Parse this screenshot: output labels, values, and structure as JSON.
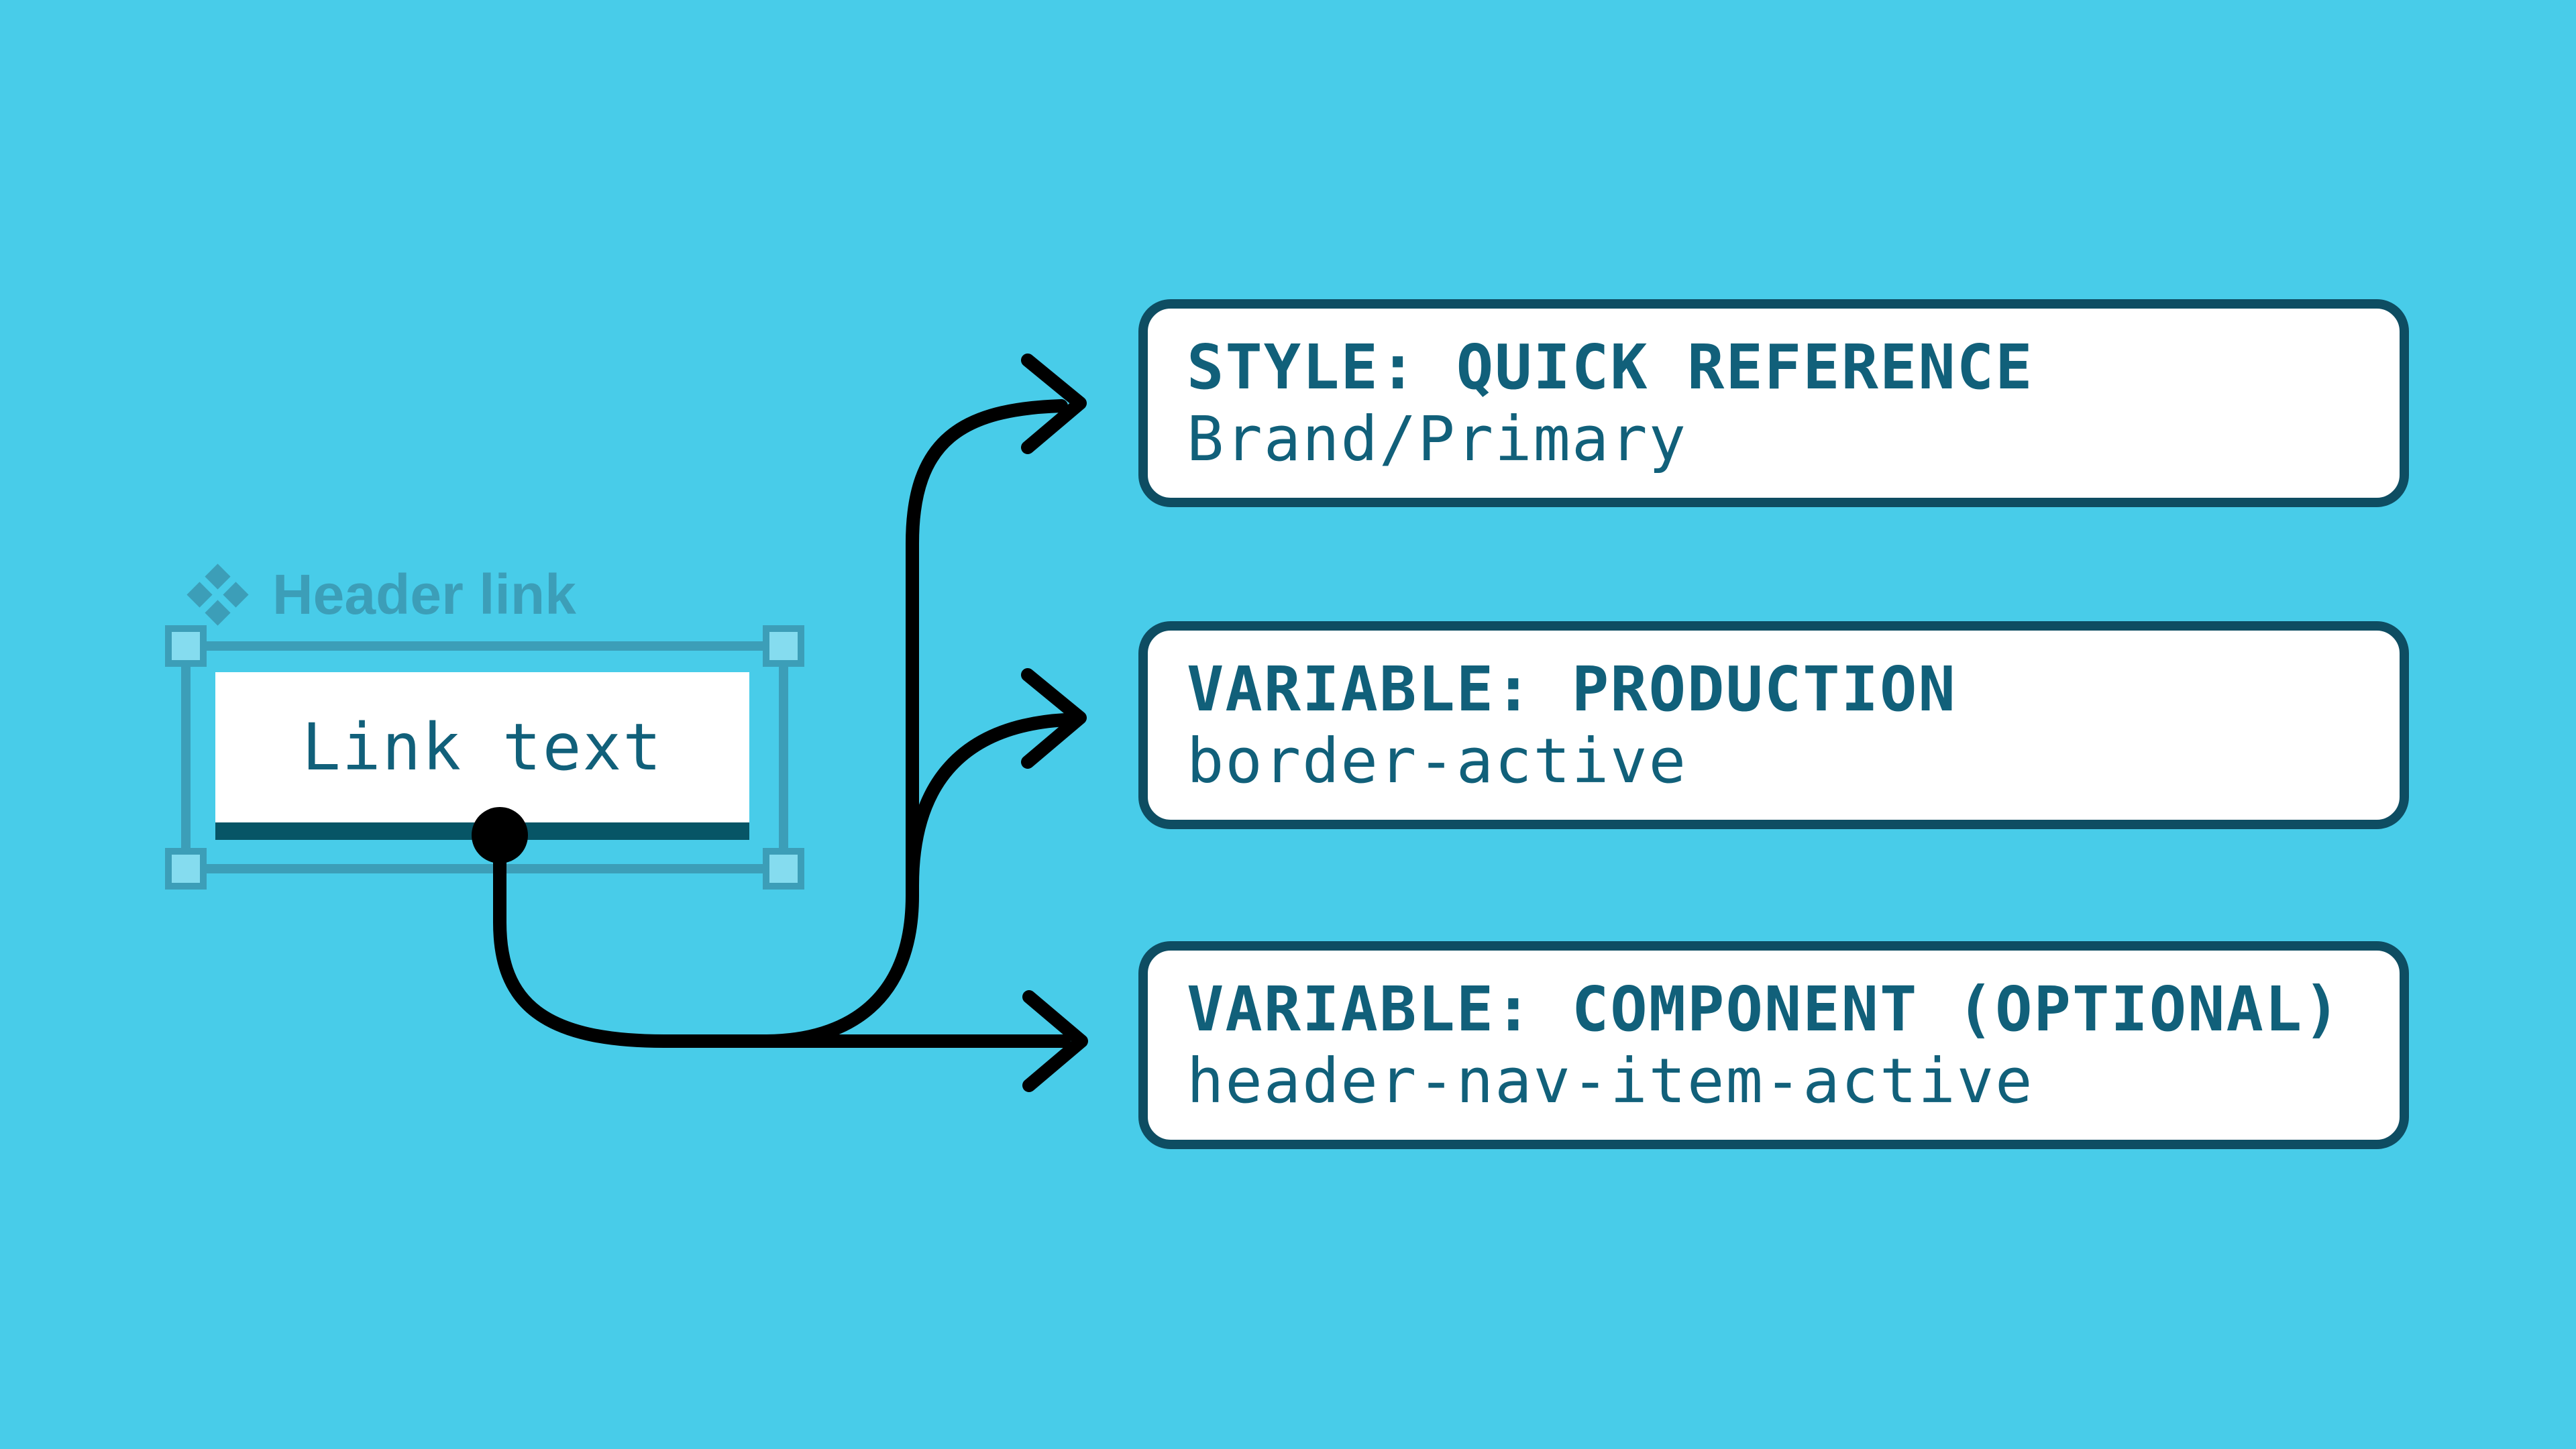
{
  "diagram": {
    "component": {
      "name": "Header link",
      "icon": "figma-component-icon",
      "link_text": "Link text"
    },
    "cards": [
      {
        "title": "STYLE: QUICK REFERENCE",
        "value": "Brand/Primary"
      },
      {
        "title": "VARIABLE: PRODUCTION",
        "value": "border-active"
      },
      {
        "title": "VARIABLE: COMPONENT (OPTIONAL)",
        "value": "header-nav-item-active"
      }
    ],
    "colors": {
      "background": "#48CCE9",
      "selection_teal": "#3C9EB8",
      "handle_fill": "#85DCEF",
      "text_teal": "#11607A",
      "card_border": "#0E4D62",
      "underline": "#075566",
      "arrow_black": "#000000",
      "card_fill": "#FFFFFF"
    }
  }
}
